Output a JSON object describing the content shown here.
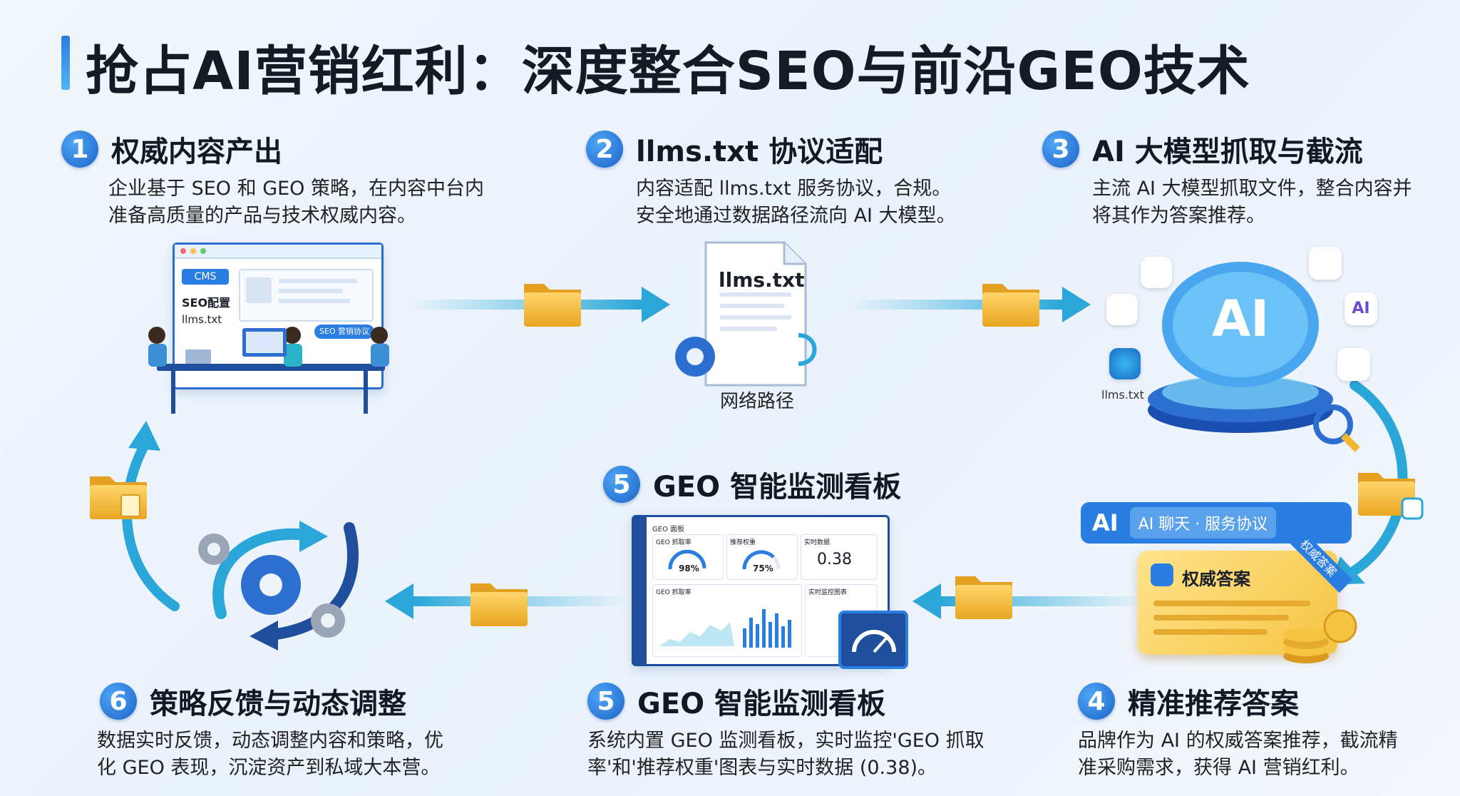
{
  "title": "抢占AI营销红利：深度整合SEO与前沿GEO技术",
  "steps": [
    {
      "num": "1",
      "title": "权威内容产出",
      "desc": [
        "企业基于 SEO 和 GEO 策略，在内容中台内",
        "准备高质量的产品与技术权威内容。"
      ]
    },
    {
      "num": "2",
      "title": "llms.txt 协议适配",
      "desc": [
        "内容适配 llms.txt 服务协议，合规。",
        "安全地通过数据路径流向 AI 大模型。"
      ]
    },
    {
      "num": "3",
      "title": "AI 大模型抓取与截流",
      "desc": [
        "主流 AI 大模型抓取文件，整合内容并",
        "将其作为答案推荐。"
      ]
    },
    {
      "num": "4",
      "title": "精准推荐答案",
      "desc": [
        "品牌作为 AI 的权威答案推荐，截流精",
        "准采购需求，获得 AI 营销红利。"
      ]
    },
    {
      "num": "5",
      "title": "GEO 智能监测看板",
      "desc": [
        "系统内置 GEO 监测看板，实时监控'GEO 抓取",
        "率'和'推荐权重'图表与实时数据 (0.38)。"
      ]
    },
    {
      "num": "6",
      "title": "策略反馈与动态调整",
      "desc": [
        "数据实时反馈，动态调整内容和策略，优",
        "化 GEO 表现，沉淀资产到私域大本营。"
      ]
    }
  ],
  "dashboard_heading": {
    "num": "5",
    "title": "GEO 智能监测看板"
  },
  "cms_panel": {
    "cms_tag": "CMS",
    "seo_label": "SEO配置",
    "llms_label": "llms.txt",
    "bubble": "SEO 营销协议"
  },
  "llms_file": {
    "filename": "llms.txt",
    "route_label": "网络路径"
  },
  "ai_model": {
    "brain_label": "AI",
    "llms_label": "llms.txt",
    "badge_ai": "AI"
  },
  "answer": {
    "chat_badge": "AI",
    "chat_text": "AI 聊天 · 服务协议",
    "card_title": "权威答案",
    "ribbon": "权威答案"
  },
  "dashboard": {
    "header": "GEO 面板",
    "m1_label": "GEO 抓取率",
    "m1_value": "98%",
    "m1_fill": 0.98,
    "m2_label": "推荐权重",
    "m2_value": "75%",
    "m2_fill": 0.75,
    "m3_label": "实时数据",
    "m3_value": "0.38",
    "chart1_label": "GEO 抓取率",
    "chart2_label": "实时监控图表",
    "bars": [
      0.45,
      0.7,
      0.55,
      0.9,
      0.6,
      0.8,
      0.5,
      0.65
    ]
  },
  "colors": {
    "accent": "#2a7de1",
    "arrow": "#4cc0e0",
    "folder": "#f2b731",
    "gold": "#f5c542",
    "title": "#161a24"
  }
}
